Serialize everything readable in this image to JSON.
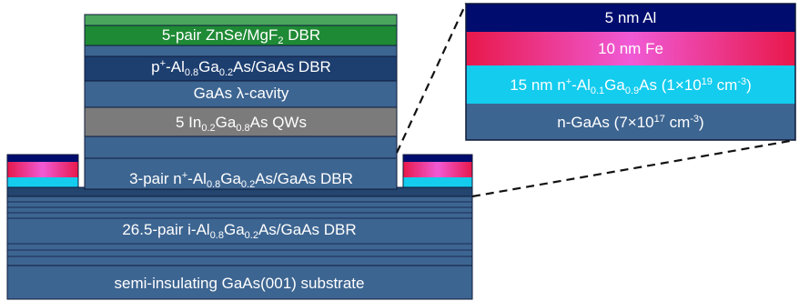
{
  "colors": {
    "layer_blue": "#3d6591",
    "layer_blue_dark": "#23456e",
    "layer_navy": "#16326b",
    "layer_green": "#1f8a35",
    "layer_green_light": "#4aa65d",
    "layer_gray": "#7b7b7b",
    "cyan": "#13ccee",
    "fe_pink_start": "#e8184a",
    "fe_pink_mid": "#f05ad6",
    "al_navy": "#000c6e",
    "outline": "#0e1a3a"
  },
  "layers": {
    "dbr_top": {
      "pre": "5-pair ZnSe/MgF",
      "sub": "2",
      "post": " DBR"
    },
    "pdbr": {
      "pre": "p",
      "sup": "+",
      "mid1": "-Al",
      "sub1": "0.8",
      "mid2": "Ga",
      "sub2": "0.2",
      "post": "As/GaAs DBR"
    },
    "cavity": {
      "text": "GaAs λ-cavity"
    },
    "qw": {
      "pre": "5 In",
      "sub1": "0.2",
      "mid": "Ga",
      "sub2": "0.8",
      "post": "As QWs"
    },
    "ndbr": {
      "pre": "3-pair n",
      "sup": "+",
      "mid1": "-Al",
      "sub1": "0.8",
      "mid2": "Ga",
      "sub2": "0.2",
      "post": "As/GaAs DBR"
    },
    "idbr": {
      "pre": "26.5-pair i-Al",
      "sub1": "0.8",
      "mid": "Ga",
      "sub2": "0.2",
      "post": "As/GaAs DBR"
    },
    "substrate": {
      "text": "semi-insulating GaAs(001) substrate"
    }
  },
  "inset": {
    "al": {
      "text": "5 nm Al"
    },
    "fe": {
      "text": "10 nm Fe"
    },
    "n_algaas": {
      "pre": "15 nm n",
      "sup": "+",
      "mid1": "-Al",
      "sub1": "0.1",
      "mid2": "Ga",
      "sub2": "0.9",
      "post": "As (1×10",
      "exp": "19",
      "unit": " cm",
      "unit_exp": "-3",
      "close": ")"
    },
    "n_gaas": {
      "pre": "n-GaAs (7×10",
      "exp": "17",
      "unit": " cm",
      "unit_exp": "-3",
      "close": ")"
    }
  }
}
